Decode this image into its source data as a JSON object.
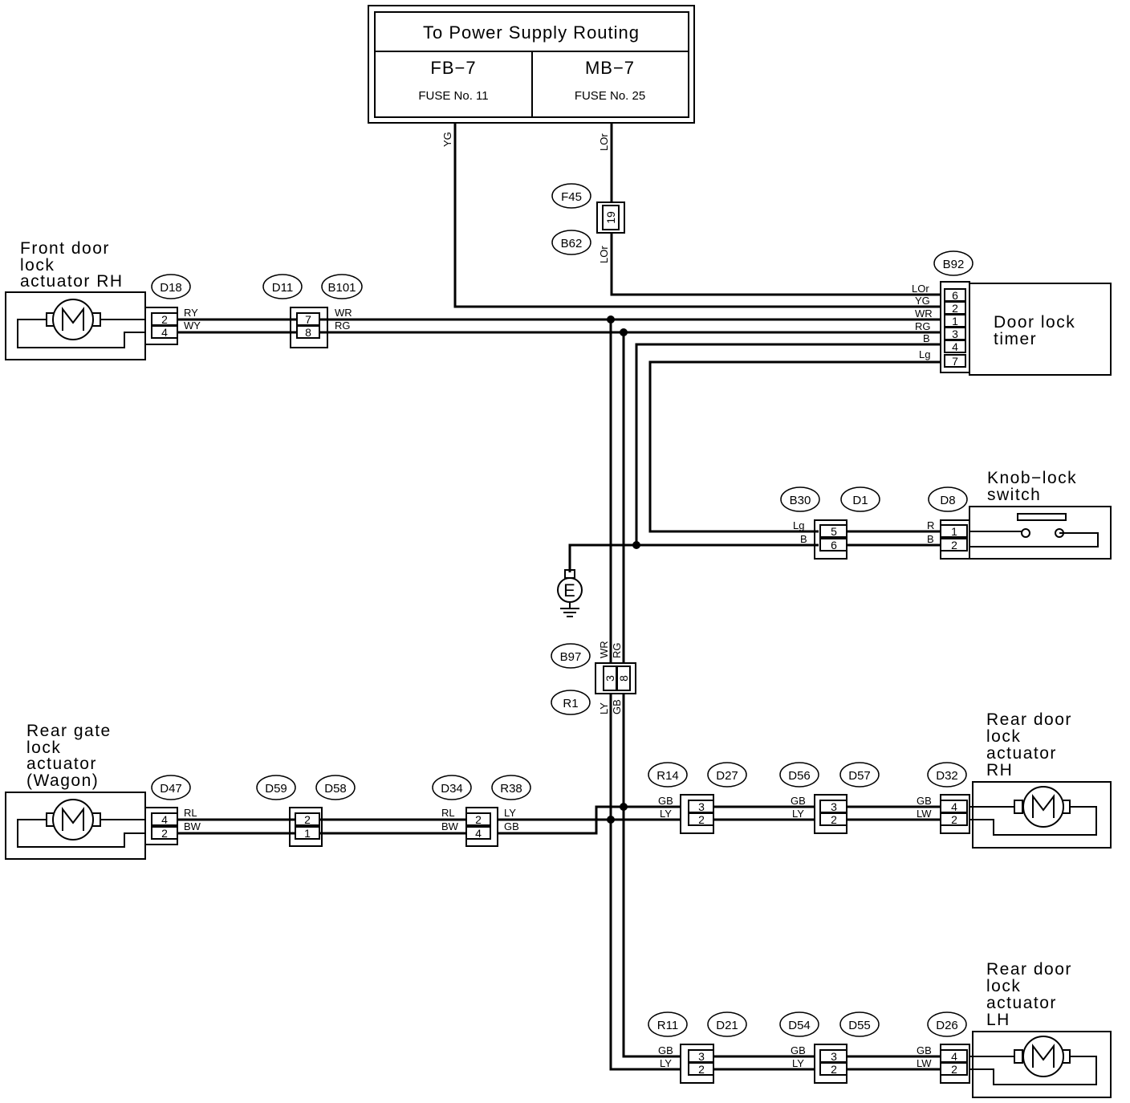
{
  "power_supply": {
    "title": "To Power Supply Routing",
    "left_fuse_box": "FB−7",
    "left_fuse_no": "FUSE No. 11",
    "right_fuse_box": "MB−7",
    "right_fuse_no": "FUSE No. 25"
  },
  "components": {
    "front_door_rh": [
      "Front door",
      "lock",
      "actuator RH"
    ],
    "door_lock_timer": [
      "Door lock",
      "timer"
    ],
    "knob_lock_switch": [
      "Knob−lock",
      "switch"
    ],
    "rear_gate": [
      "Rear gate",
      "lock",
      "actuator",
      "(Wagon)"
    ],
    "rear_door_rh": [
      "Rear door",
      "lock",
      "actuator",
      "RH"
    ],
    "rear_door_lh": [
      "Rear door",
      "lock",
      "actuator",
      "LH"
    ],
    "ground": "E"
  },
  "connectors": {
    "F45": "F45",
    "B62": "B62",
    "B92": "B92",
    "D18": "D18",
    "D11": "D11",
    "B101": "B101",
    "B30": "B30",
    "D1": "D1",
    "D8": "D8",
    "B97": "B97",
    "R1": "R1",
    "D47": "D47",
    "D59": "D59",
    "D58": "D58",
    "D34": "D34",
    "R38": "R38",
    "R14": "R14",
    "D27": "D27",
    "D56": "D56",
    "D57": "D57",
    "D32": "D32",
    "R11": "R11",
    "D21": "D21",
    "D54": "D54",
    "D55": "D55",
    "D26": "D26"
  },
  "pins": {
    "f45": "19",
    "timer": [
      "6",
      "2",
      "1",
      "3",
      "4",
      "7"
    ],
    "d18": [
      "2",
      "4"
    ],
    "d11": [
      "7",
      "8"
    ],
    "d1": [
      "5",
      "6"
    ],
    "d8": [
      "1",
      "2"
    ],
    "b97": [
      "3",
      "8"
    ],
    "d47": [
      "4",
      "2"
    ],
    "d59": [
      "2",
      "1"
    ],
    "d34": [
      "2",
      "4"
    ],
    "r14": [
      "3",
      "2"
    ],
    "d56": [
      "3",
      "2"
    ],
    "d32": [
      "4",
      "2"
    ],
    "r11": [
      "3",
      "2"
    ],
    "d54": [
      "3",
      "2"
    ],
    "d26": [
      "4",
      "2"
    ]
  },
  "wires": {
    "yg_top": "YG",
    "lor_top": "LOr",
    "lor_b62": "LOr",
    "timer": [
      "LOr",
      "YG",
      "WR",
      "RG",
      "B",
      "Lg"
    ],
    "d18_a": "RY",
    "d18_b": "WY",
    "b101_a": "WR",
    "b101_b": "RG",
    "b30_a": "Lg",
    "b30_b": "B",
    "d8_a": "R",
    "d8_b": "B",
    "b97_a": "WR",
    "b97_b": "RG",
    "r1_a": "LY",
    "r1_b": "GB",
    "d47_a": "RL",
    "d47_b": "BW",
    "d34_a": "RL",
    "d34_b": "BW",
    "r38_a": "LY",
    "r38_b": "GB",
    "r14_a": "GB",
    "r14_b": "LY",
    "d56_a": "GB",
    "d56_b": "LY",
    "d32_a": "GB",
    "d32_b": "LW",
    "r11_a": "GB",
    "r11_b": "LY",
    "d54_a": "GB",
    "d54_b": "LY",
    "d26_a": "GB",
    "d26_b": "LW"
  }
}
